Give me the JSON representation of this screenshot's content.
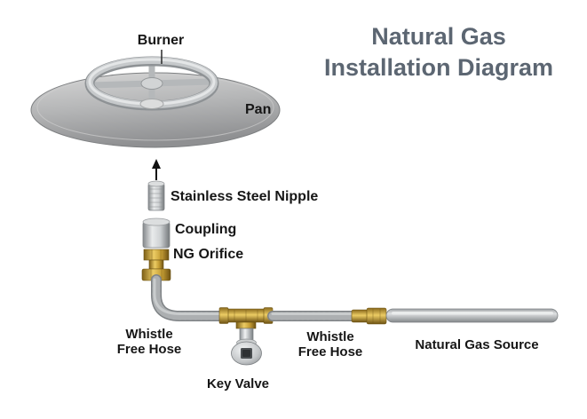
{
  "title": {
    "line1": "Natural Gas",
    "line2": "Installation Diagram"
  },
  "labels": {
    "burner": "Burner",
    "pan": "Pan",
    "nipple": "Stainless Steel Nipple",
    "coupling": "Coupling",
    "ng_orifice": "NG Orifice",
    "whistle_left_line1": "Whistle",
    "whistle_left_line2": "Free Hose",
    "whistle_right_line1": "Whistle",
    "whistle_right_line2": "Free Hose",
    "key_valve": "Key Valve",
    "gas_source": "Natural Gas Source"
  },
  "colors": {
    "title_text": "#5c6672",
    "label_text": "#161616",
    "brass": "#c9a23a",
    "stainless": "#b6b9bc",
    "background": "#ffffff"
  }
}
